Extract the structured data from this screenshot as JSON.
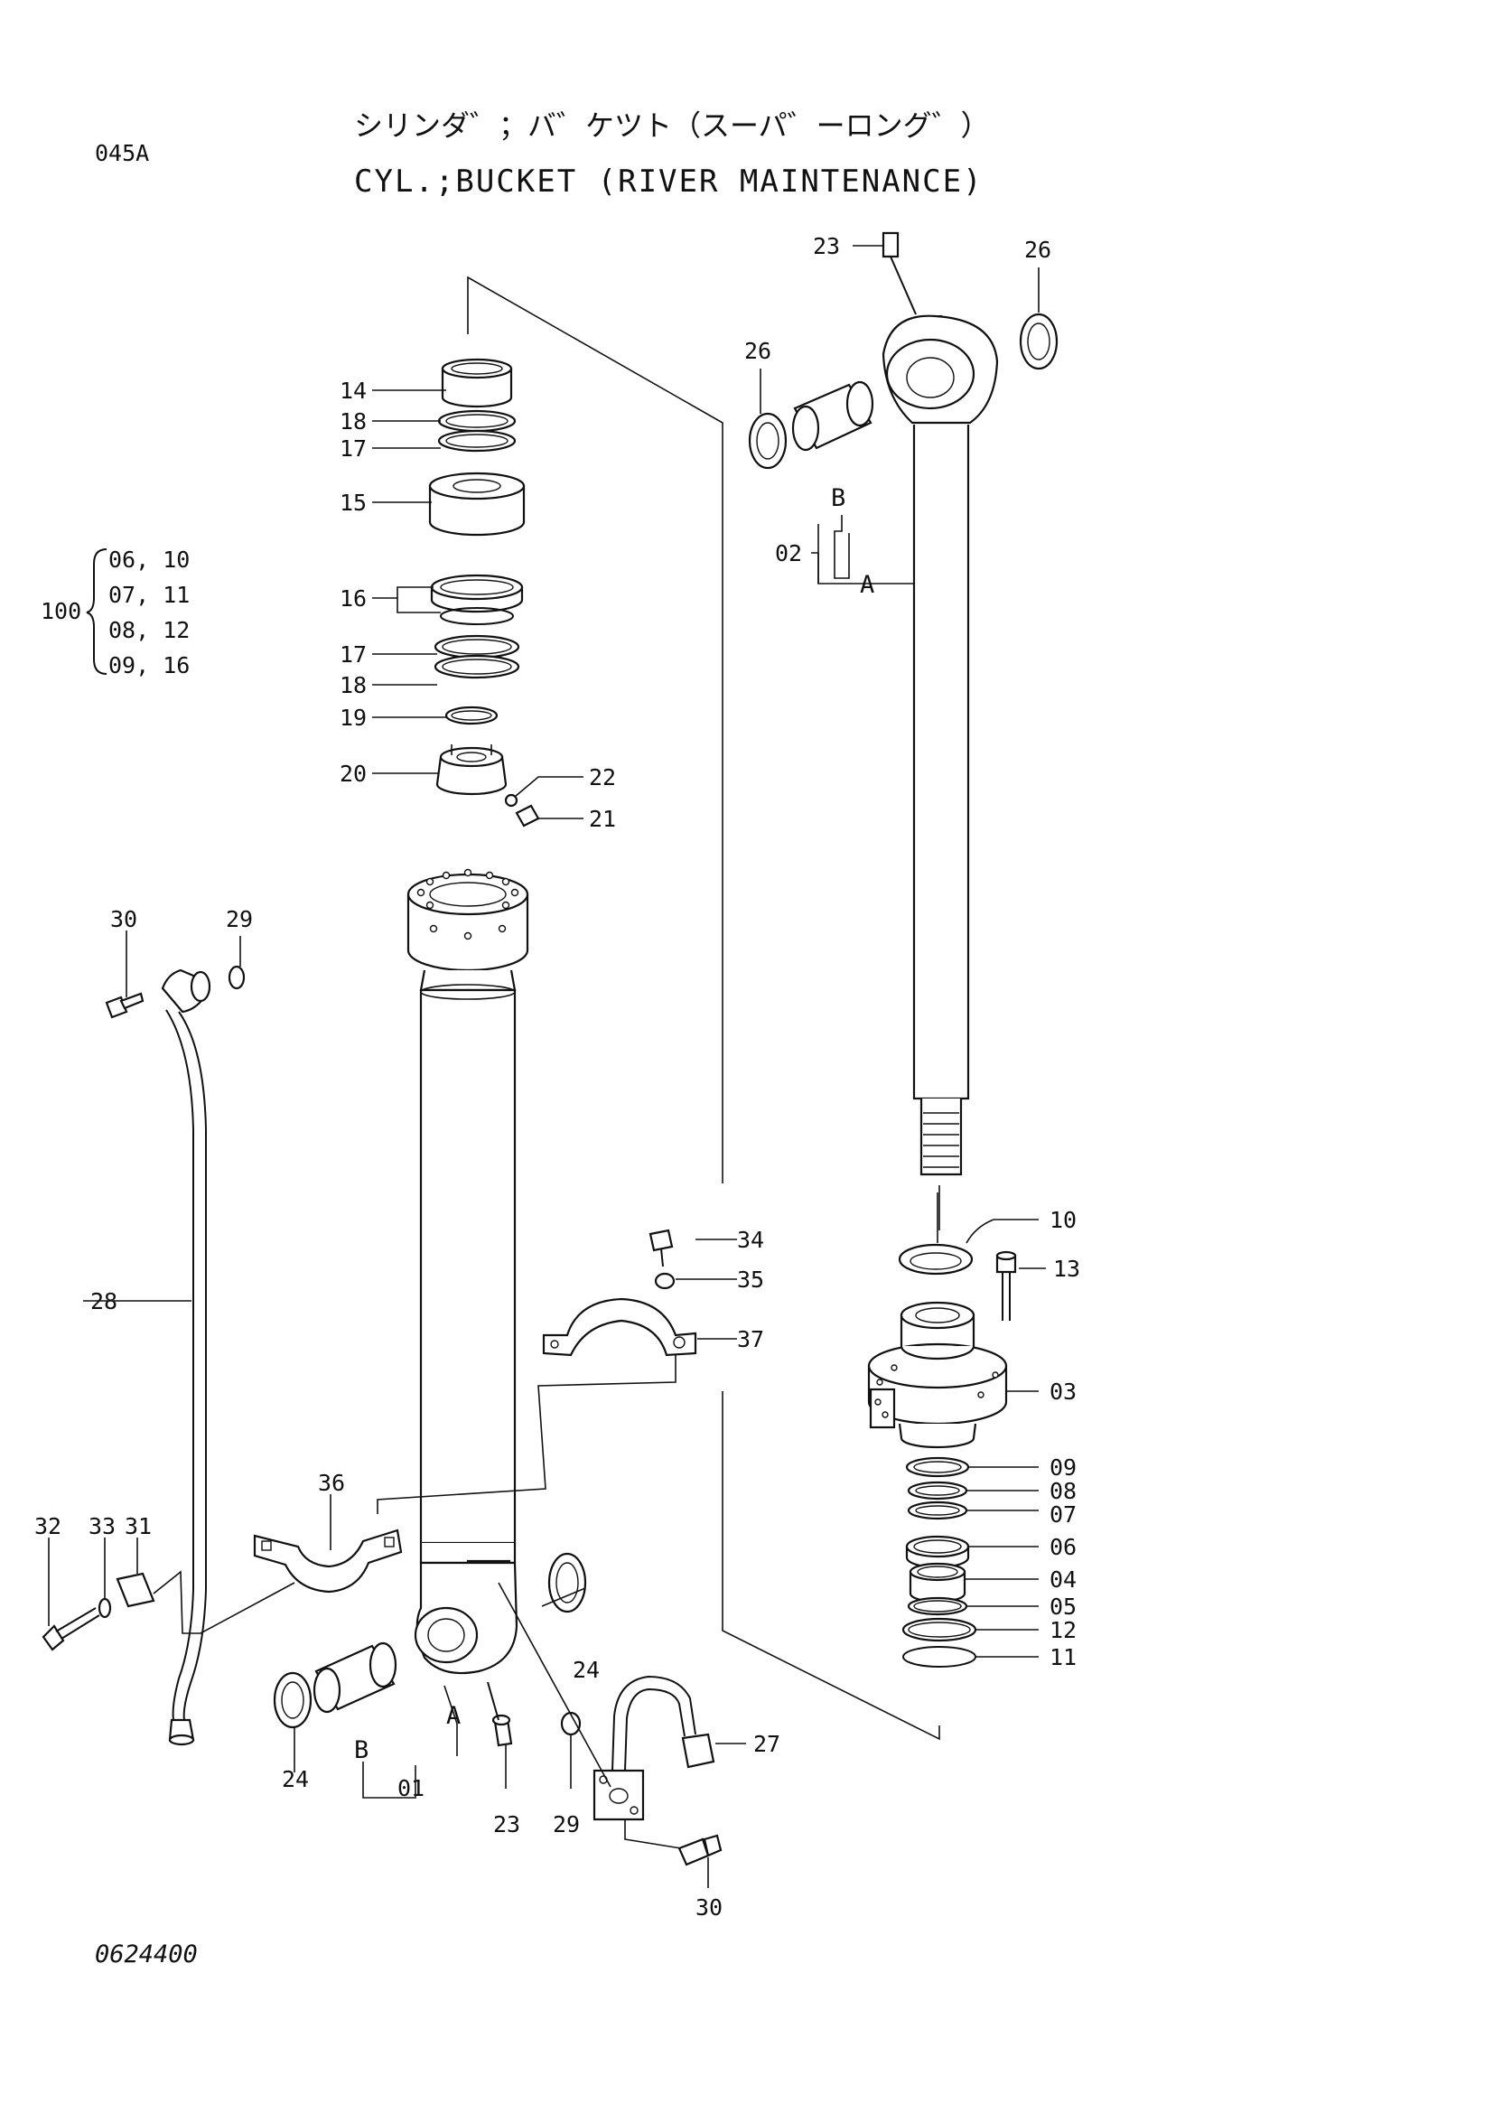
{
  "page": {
    "page_code": "045A",
    "title_japanese": "シリンダ゛；バ゛ケツト（スーパ゛ーロング゛）",
    "title_english": "CYL.;BUCKET (RIVER MAINTENANCE)",
    "drawing_number": "0624400"
  },
  "set_callout": {
    "number": "100",
    "rows": [
      "06, 10",
      "07, 11",
      "08, 12",
      "09, 16"
    ]
  },
  "labels": {
    "p01": "01",
    "p02": "02",
    "p03": "03",
    "p04": "04",
    "p05": "05",
    "p06": "06",
    "p07": "07",
    "p08": "08",
    "p09": "09",
    "p10": "10",
    "p11": "11",
    "p12": "12",
    "p13": "13",
    "p14": "14",
    "p15": "15",
    "p16": "16",
    "p17a": "17",
    "p17b": "17",
    "p18a": "18",
    "p18b": "18",
    "p19": "19",
    "p20": "20",
    "p21": "21",
    "p22": "22",
    "p23a": "23",
    "p23b": "23",
    "p24a": "24",
    "p24b": "24",
    "p26a": "26",
    "p26b": "26",
    "p27": "27",
    "p28": "28",
    "p29a": "29",
    "p29b": "29",
    "p30a": "30",
    "p30b": "30",
    "p31": "31",
    "p32": "32",
    "p33": "33",
    "p34": "34",
    "p35": "35",
    "p36": "36",
    "p37": "37",
    "a_rod": "A",
    "b_rod": "B",
    "a_tube": "A",
    "b_tube": "B"
  }
}
